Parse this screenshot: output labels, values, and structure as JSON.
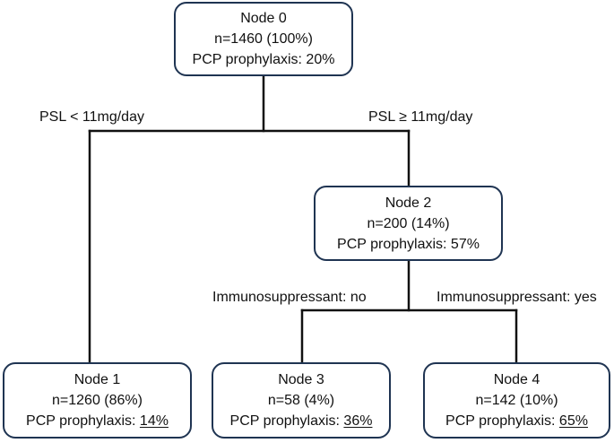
{
  "nodes": {
    "node0": {
      "title": "Node 0",
      "n": "n=1460 (100%)",
      "prophylaxis_label": "PCP prophylaxis: ",
      "prophylaxis_value": "20%",
      "underlined": false
    },
    "node1": {
      "title": "Node 1",
      "n": "n=1260 (86%)",
      "prophylaxis_label": "PCP prophylaxis: ",
      "prophylaxis_value": "14%",
      "underlined": true
    },
    "node2": {
      "title": "Node 2",
      "n": "n=200 (14%)",
      "prophylaxis_label": "PCP prophylaxis: ",
      "prophylaxis_value": "57%",
      "underlined": false
    },
    "node3": {
      "title": "Node 3",
      "n": "n=58 (4%)",
      "prophylaxis_label": "PCP prophylaxis: ",
      "prophylaxis_value": "36%",
      "underlined": true
    },
    "node4": {
      "title": "Node 4",
      "n": "n=142 (10%)",
      "prophylaxis_label": "PCP prophylaxis: ",
      "prophylaxis_value": "65%",
      "underlined": true
    }
  },
  "branches": {
    "psl_low": "PSL < 11mg/day",
    "psl_high": "PSL ≥ 11mg/day",
    "immuno_no": "Immunosuppressant: no",
    "immuno_yes": "Immunosuppressant: yes"
  },
  "colors": {
    "box_border": "#1f3452",
    "connector": "#111111",
    "text": "#111111"
  }
}
